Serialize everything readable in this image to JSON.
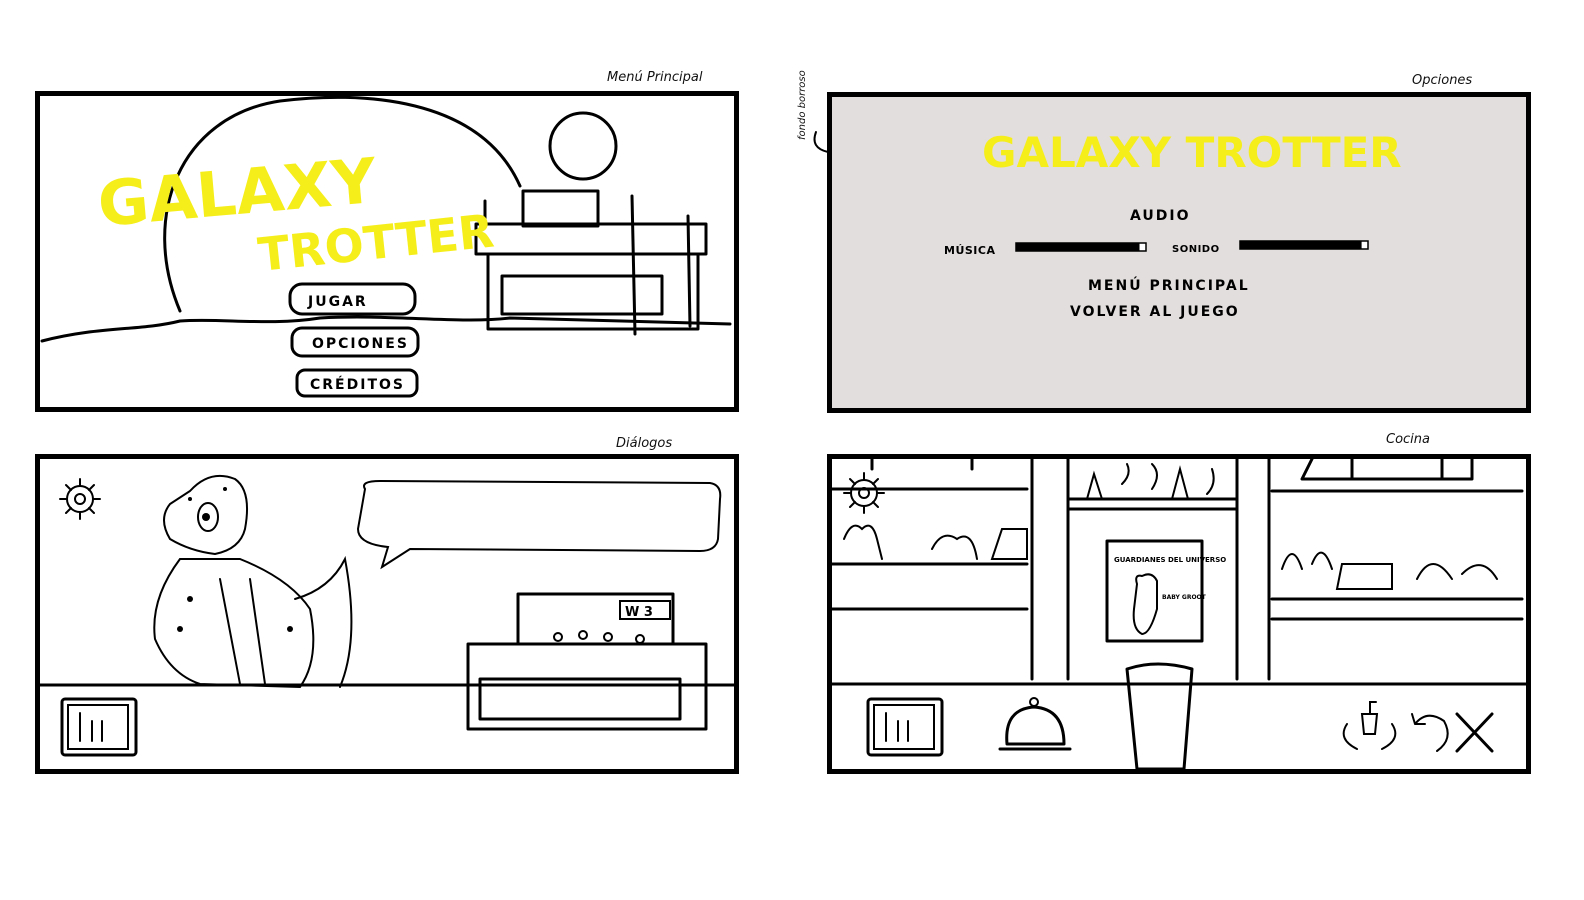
{
  "panels": {
    "main_menu": {
      "caption": "Menú Principal",
      "title_line1": "GALAXY",
      "title_line2": "TROTTER",
      "buttons": [
        "JUGAR",
        "OPCIONES",
        "CRÉDITOS"
      ]
    },
    "options": {
      "caption": "Opciones",
      "note": "fondo borroso",
      "title": "GALAXY TROTTER",
      "audio_heading": "AUDIO",
      "music_label": "MÚSICA",
      "sound_label": "SONIDO",
      "music_level": 0.95,
      "sound_level": 0.95,
      "menu_link": "MENÚ PRINCIPAL",
      "resume_link": "VOLVER AL JUEGO",
      "background_color": "#e2dedd"
    },
    "dialogs": {
      "caption": "Diálogos",
      "sign_text": "W 3"
    },
    "kitchen": {
      "caption": "Cocina",
      "poster_title": "GUARDIANES DEL UNIVERSO",
      "poster_note": "BABY GROOT",
      "icons": [
        "serve-drink-icon",
        "undo-icon",
        "close-icon"
      ]
    }
  },
  "colors": {
    "title_yellow": "#f5ee1a",
    "ink": "#000000"
  }
}
